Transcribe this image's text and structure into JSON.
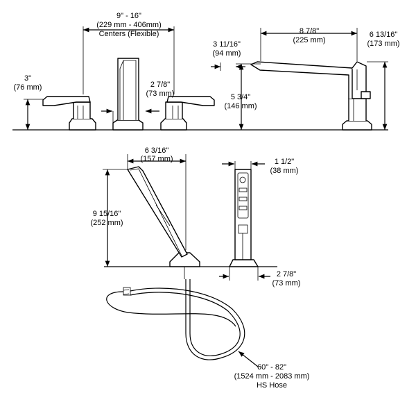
{
  "dimensions": {
    "centers": {
      "line1": "9\" - 16\"",
      "line2": "(229 mm - 406mm)",
      "line3": "Centers (Flexible)"
    },
    "handle_height": {
      "line1": "3\"",
      "line2": "(76 mm)"
    },
    "handle_length": {
      "line1": "2 7/8\"",
      "line2": "(73 mm)"
    },
    "spout_base": {
      "line1": "3 11/16\"",
      "line2": "(94 mm)"
    },
    "spout_height": {
      "line1": "5 3/4\"",
      "line2": "(146 mm)"
    },
    "spout_reach": {
      "line1": "8 7/8\"",
      "line2": "(225 mm)"
    },
    "spout_total_height": {
      "line1": "6 13/16\"",
      "line2": "(173 mm)"
    },
    "hand_shower_reach": {
      "line1": "6 3/16\"",
      "line2": "(157 mm)"
    },
    "hand_shower_height": {
      "line1": "9 15/16\"",
      "line2": "(252 mm)"
    },
    "hand_shower_width": {
      "line1": "1 1/2\"",
      "line2": "(38 mm)"
    },
    "hand_shower_base": {
      "line1": "2 7/8\"",
      "line2": "(73 mm)"
    },
    "hose": {
      "line1": "60\" - 82\"",
      "line2": "(1524 mm - 2083 mm)",
      "line3": "HS Hose"
    }
  }
}
